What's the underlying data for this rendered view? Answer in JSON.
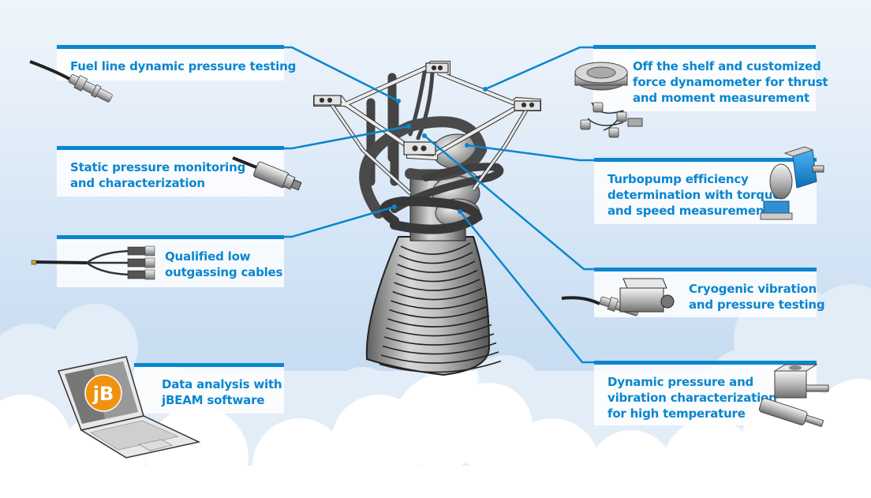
{
  "title": "Rocket engine test and measurement applications",
  "colors": {
    "accent": "#0a86cf",
    "label_text": "#0a86cf",
    "background_top": "#eef4fb",
    "background_bottom": "#c6dcf2",
    "cloud": "#ffffff",
    "cloud_back": "#e2edf8",
    "engine_metal": "#9a9a9a",
    "logo_orange": "#f0920f"
  },
  "callouts": [
    {
      "id": "fuel-line",
      "lines": [
        "Fuel line dynamic pressure testing"
      ],
      "icon": "pressure-sensor-icon"
    },
    {
      "id": "static-pressure",
      "lines": [
        "Static pressure monitoring",
        "and characterization"
      ],
      "icon": "static-pressure-transducer-icon"
    },
    {
      "id": "cables",
      "lines": [
        "Qualified low",
        "outgassing cables"
      ],
      "icon": "bnc-cable-harness-icon"
    },
    {
      "id": "jbeam",
      "lines": [
        "Data analysis with",
        "jBEAM software"
      ],
      "icon": "laptop-icon",
      "logo_text": "jB"
    },
    {
      "id": "dynamometer",
      "lines": [
        "Off the shelf and customized",
        "force dynamometer for thrust",
        "and moment measurement"
      ],
      "icon": "force-dynamometer-icon"
    },
    {
      "id": "turbopump",
      "lines": [
        "Turbopump efficiency",
        "determination with torque",
        "and speed measurement"
      ],
      "icon": "torque-sensor-icon"
    },
    {
      "id": "cryogenic",
      "lines": [
        "Cryogenic vibration",
        "and pressure testing"
      ],
      "icon": "cryogenic-accelerometer-icon"
    },
    {
      "id": "high-temp",
      "lines": [
        "Dynamic pressure and",
        "vibration characterization",
        "for high temperature"
      ],
      "icon": "high-temperature-sensor-icon"
    }
  ]
}
